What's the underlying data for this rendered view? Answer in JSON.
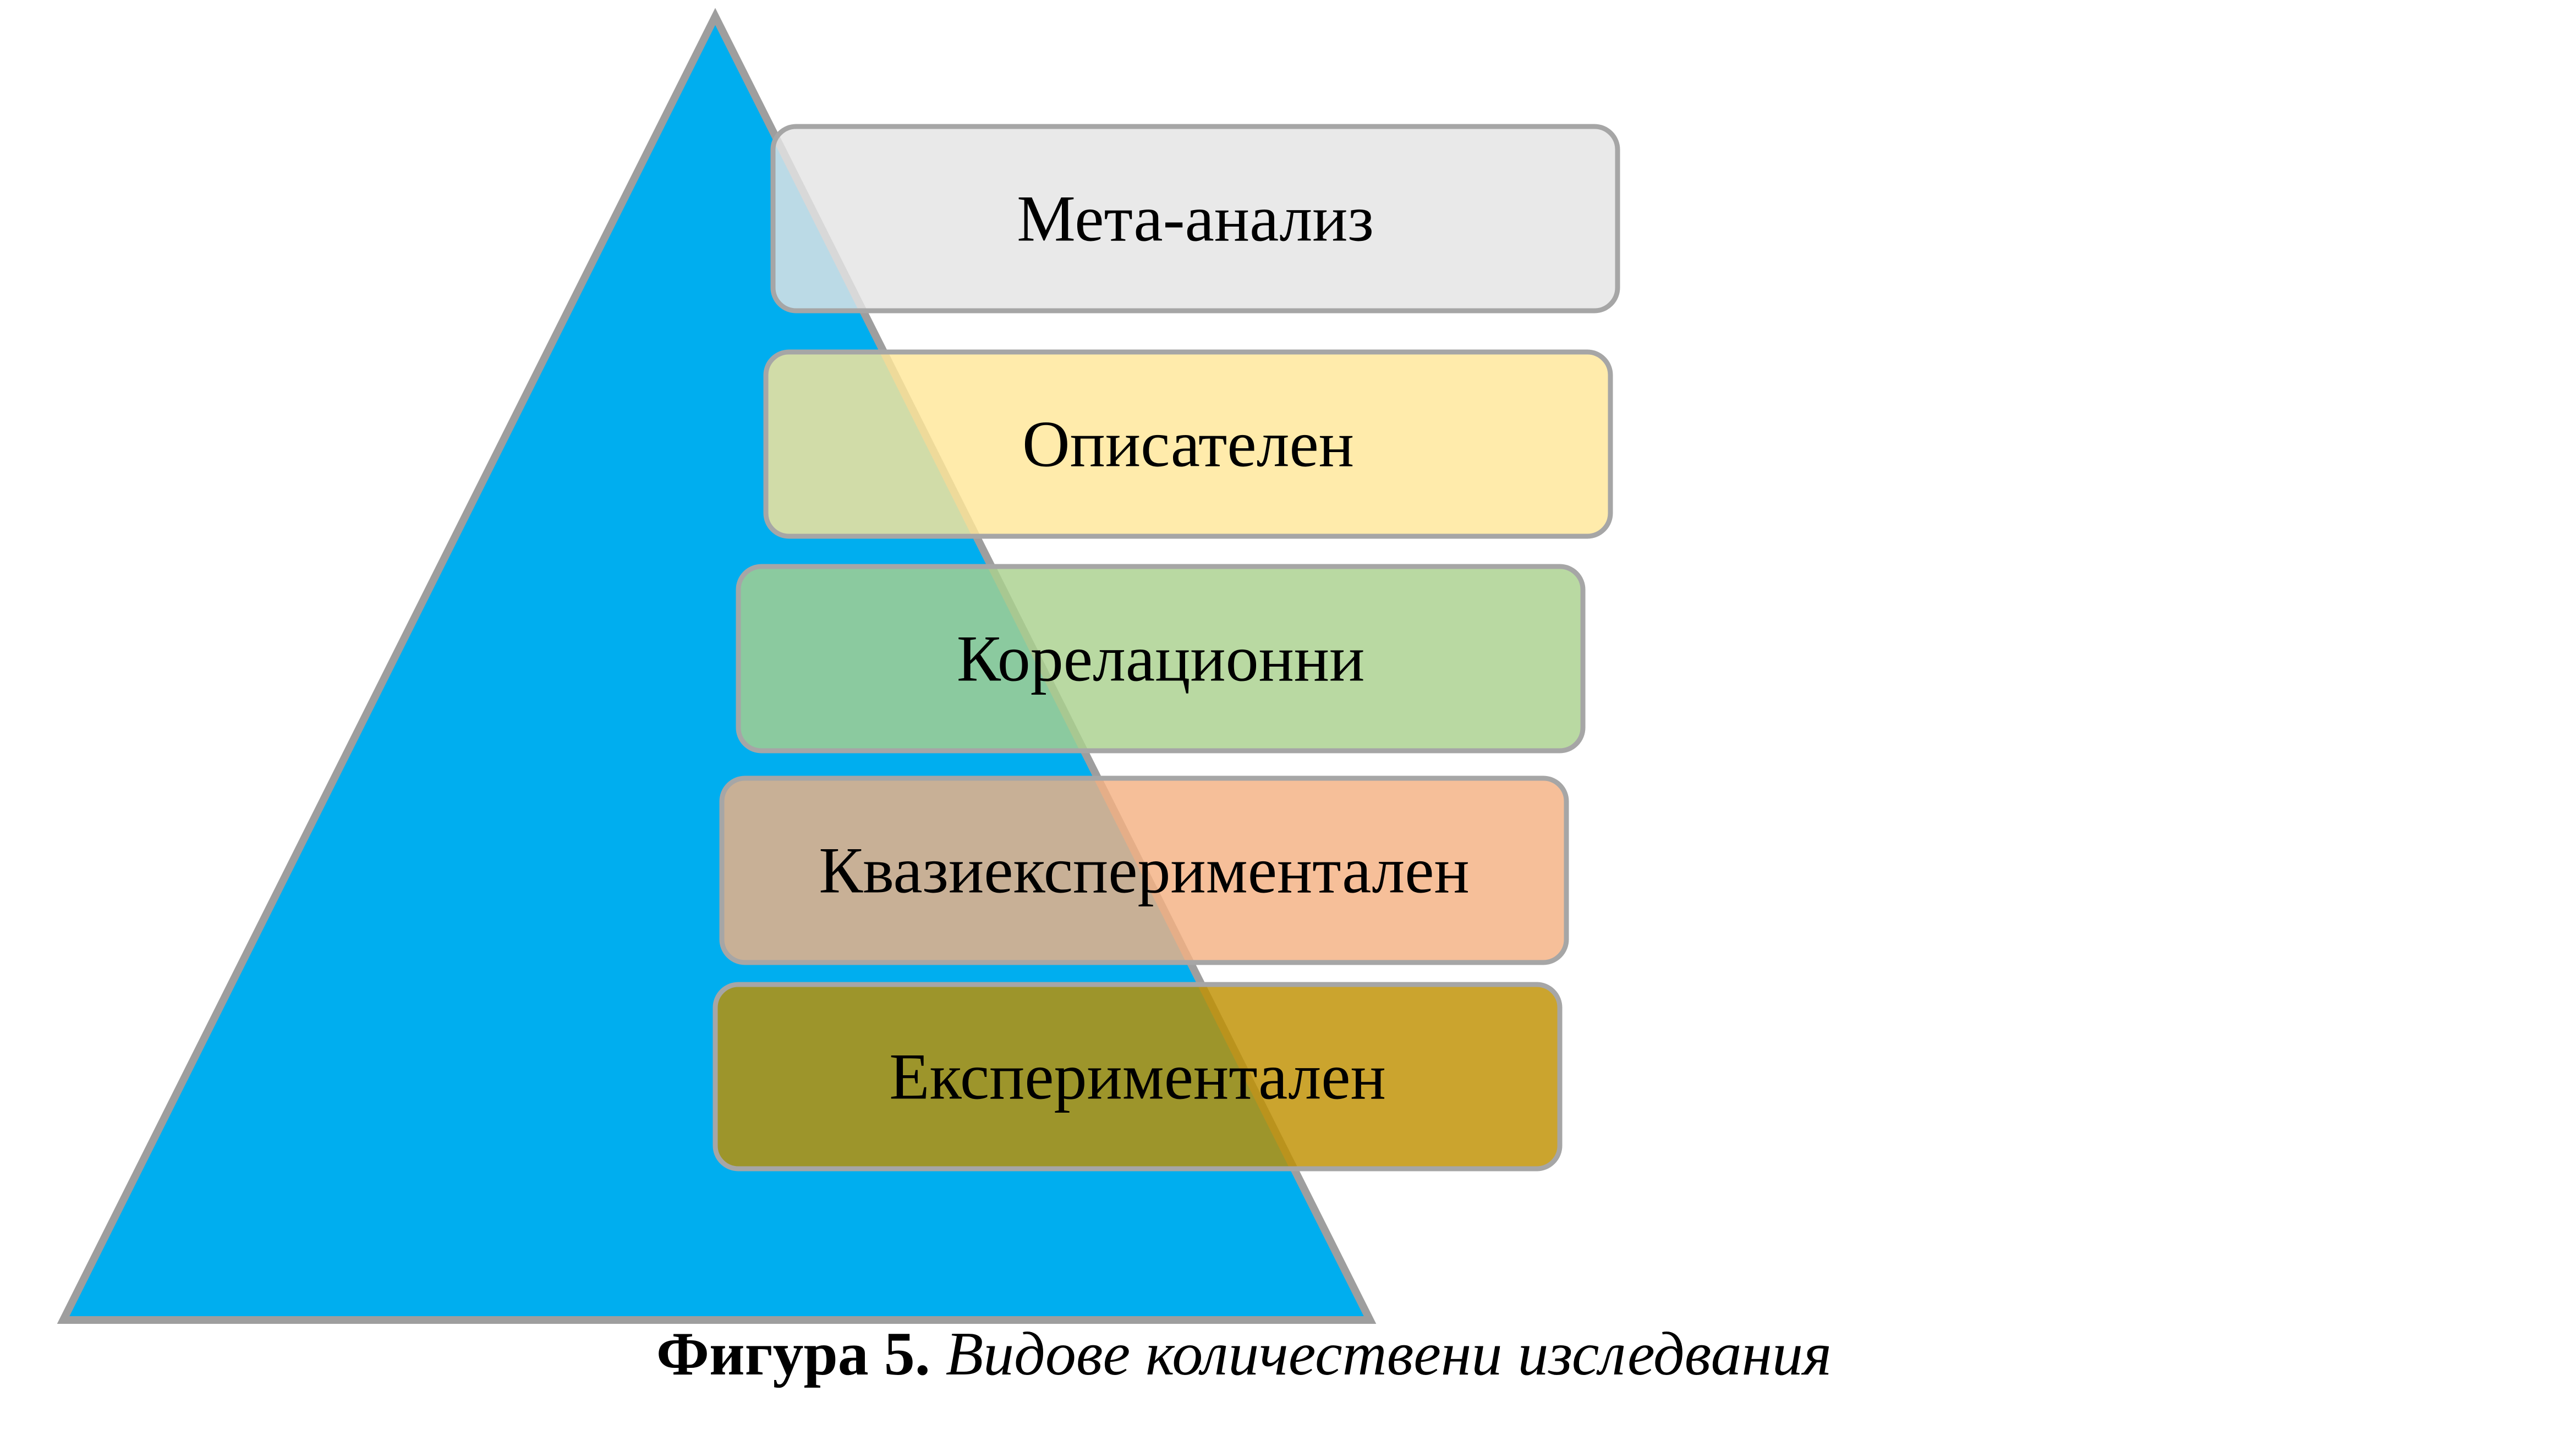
{
  "diagram": {
    "triangle_color": "#00AEEF",
    "triangle_stroke": "#9E9E9E",
    "levels": [
      {
        "label": "Мета-анализ",
        "color": "#E4E4E4"
      },
      {
        "label": "Описателен",
        "color": "#FFE699"
      },
      {
        "label": "Корелационни",
        "color": "#A9D18E"
      },
      {
        "label": "Квазиекспериментален",
        "color": "#F4B183"
      },
      {
        "label": "Експериментален",
        "color": "#BF9000"
      }
    ]
  },
  "caption": {
    "label": "Фигура 5.",
    "text": "Видове количествени изследвания"
  }
}
